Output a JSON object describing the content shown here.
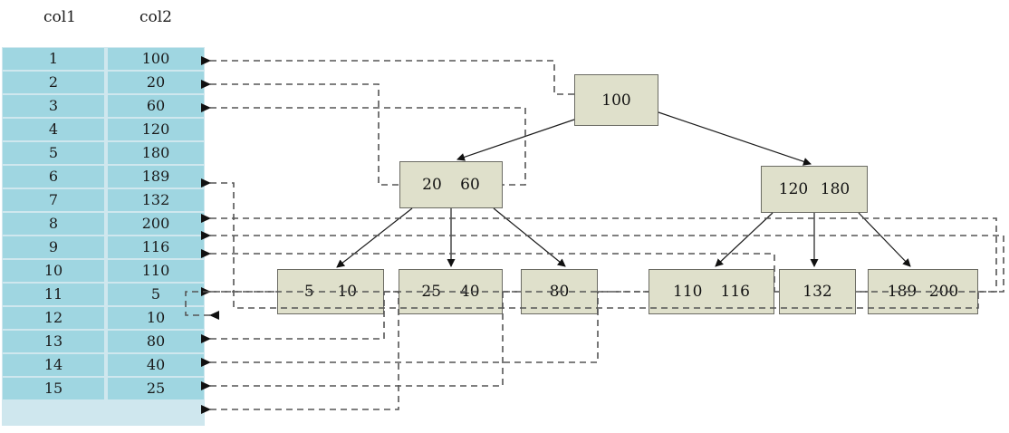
{
  "table": {
    "columns": [
      "col1",
      "col2"
    ],
    "rows": [
      {
        "col1": "1",
        "col2": "100"
      },
      {
        "col1": "2",
        "col2": "20"
      },
      {
        "col1": "3",
        "col2": "60"
      },
      {
        "col1": "4",
        "col2": "120"
      },
      {
        "col1": "5",
        "col2": "180"
      },
      {
        "col1": "6",
        "col2": "189"
      },
      {
        "col1": "7",
        "col2": "132"
      },
      {
        "col1": "8",
        "col2": "200"
      },
      {
        "col1": "9",
        "col2": "116"
      },
      {
        "col1": "10",
        "col2": "110"
      },
      {
        "col1": "11",
        "col2": "5"
      },
      {
        "col1": "12",
        "col2": "10"
      },
      {
        "col1": "13",
        "col2": "80"
      },
      {
        "col1": "14",
        "col2": "40"
      },
      {
        "col1": "15",
        "col2": "25"
      }
    ]
  },
  "tree": {
    "root": {
      "keys": [
        "100"
      ]
    },
    "internal": [
      {
        "keys": [
          "20",
          "60"
        ]
      },
      {
        "keys": [
          "120",
          "180"
        ]
      }
    ],
    "leaves": [
      {
        "keys": [
          "5",
          "10"
        ]
      },
      {
        "keys": [
          "25",
          "40"
        ]
      },
      {
        "keys": [
          "80"
        ]
      },
      {
        "keys": [
          "110",
          "116"
        ]
      },
      {
        "keys": [
          "132"
        ]
      },
      {
        "keys": [
          "189",
          "200"
        ]
      }
    ]
  },
  "colors": {
    "table_cell": "#9fd6e1",
    "table_grid": "#cfe7ee",
    "node_fill": "#dfe0cb",
    "node_border": "#6b6b63",
    "edge": "#1a1a1a",
    "pointer": "#555555"
  }
}
